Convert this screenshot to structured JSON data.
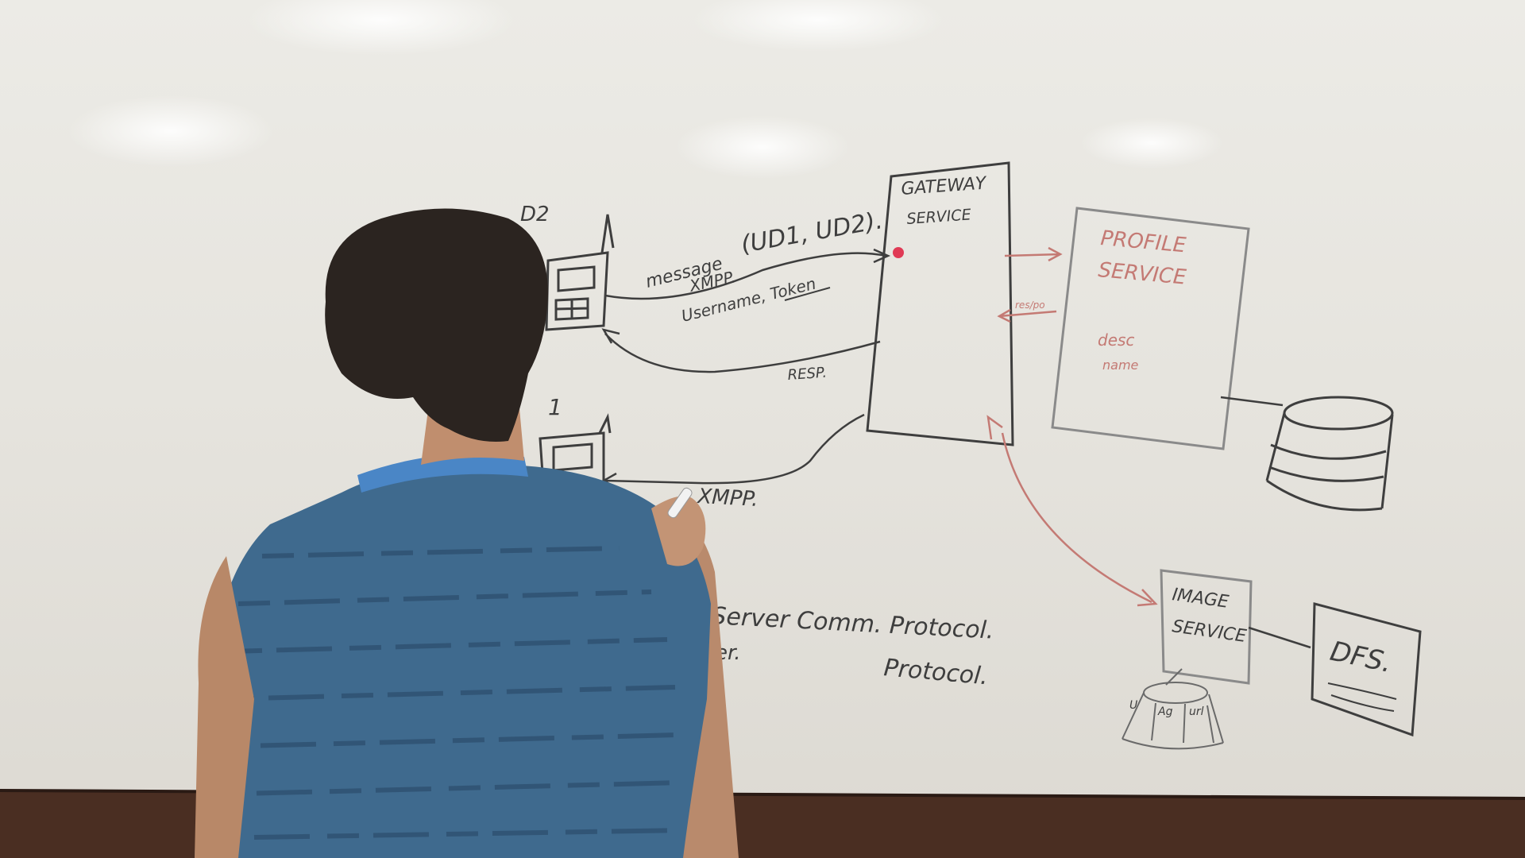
{
  "whiteboard": {
    "gateway_line1": "GATEWAY",
    "gateway_line2": "SERVICE",
    "profile_line1": "PROFILE",
    "profile_line2": "SERVICE",
    "image_line1": "IMAGE",
    "image_line2": "SERVICE",
    "dfs_label": "DFS.",
    "message_label": "message",
    "xmpp_top_label": "XMPP.",
    "users_label": "(UD1, UD2).",
    "username_token_label": "Username, Token",
    "resp_label": "RESP.",
    "xmpp_bottom_label": "XMPP.",
    "server_comm_label": "Server Comm. Protocol.",
    "protocol_label": "Protocol.",
    "lower_left_fragment": "er.",
    "device_top_label": "D2",
    "device_bottom_label": "1",
    "profile_note_line1": "desc",
    "profile_note_line2": "name",
    "small_red_label": "res/po",
    "db_cell_1": "U",
    "db_cell_2": "Ag",
    "db_cell_3": "url"
  },
  "colors": {
    "marker_black": "#3e3e3e",
    "marker_red": "#c47a74",
    "shirt_blue": "#3f6a8e",
    "collar_blue": "#4a86c6",
    "hair": "#2b2420",
    "skin": "#c08e6e",
    "ledge": "#4a2e22"
  }
}
